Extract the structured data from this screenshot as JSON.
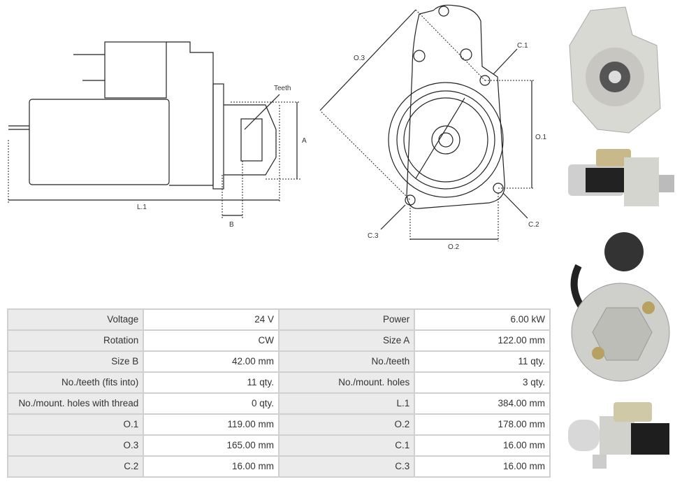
{
  "diagram": {
    "labels": {
      "teeth": "Teeth",
      "a": "A",
      "l1": "L.1",
      "b": "B",
      "o3": "O.3",
      "c1": "C.1",
      "o1": "O.1",
      "c2": "C.2",
      "c3": "C.3",
      "o2": "O.2"
    }
  },
  "specs": [
    [
      {
        "label": "Voltage",
        "value": "24 V"
      },
      {
        "label": "Power",
        "value": "6.00 kW"
      }
    ],
    [
      {
        "label": "Rotation",
        "value": "CW"
      },
      {
        "label": "Size A",
        "value": "122.00 mm"
      }
    ],
    [
      {
        "label": "Size B",
        "value": "42.00 mm"
      },
      {
        "label": "No./teeth",
        "value": "11 qty."
      }
    ],
    [
      {
        "label": "No./teeth (fits into)",
        "value": "11 qty."
      },
      {
        "label": "No./mount. holes",
        "value": "3 qty."
      }
    ],
    [
      {
        "label": "No./mount. holes with thread",
        "value": "0 qty."
      },
      {
        "label": "L.1",
        "value": "384.00 mm"
      }
    ],
    [
      {
        "label": "O.1",
        "value": "119.00 mm"
      },
      {
        "label": "O.2",
        "value": "178.00 mm"
      }
    ],
    [
      {
        "label": "O.3",
        "value": "165.00 mm"
      },
      {
        "label": "C.1",
        "value": "16.00 mm"
      }
    ],
    [
      {
        "label": "C.2",
        "value": "16.00 mm"
      },
      {
        "label": "C.3",
        "value": "16.00 mm"
      }
    ]
  ]
}
